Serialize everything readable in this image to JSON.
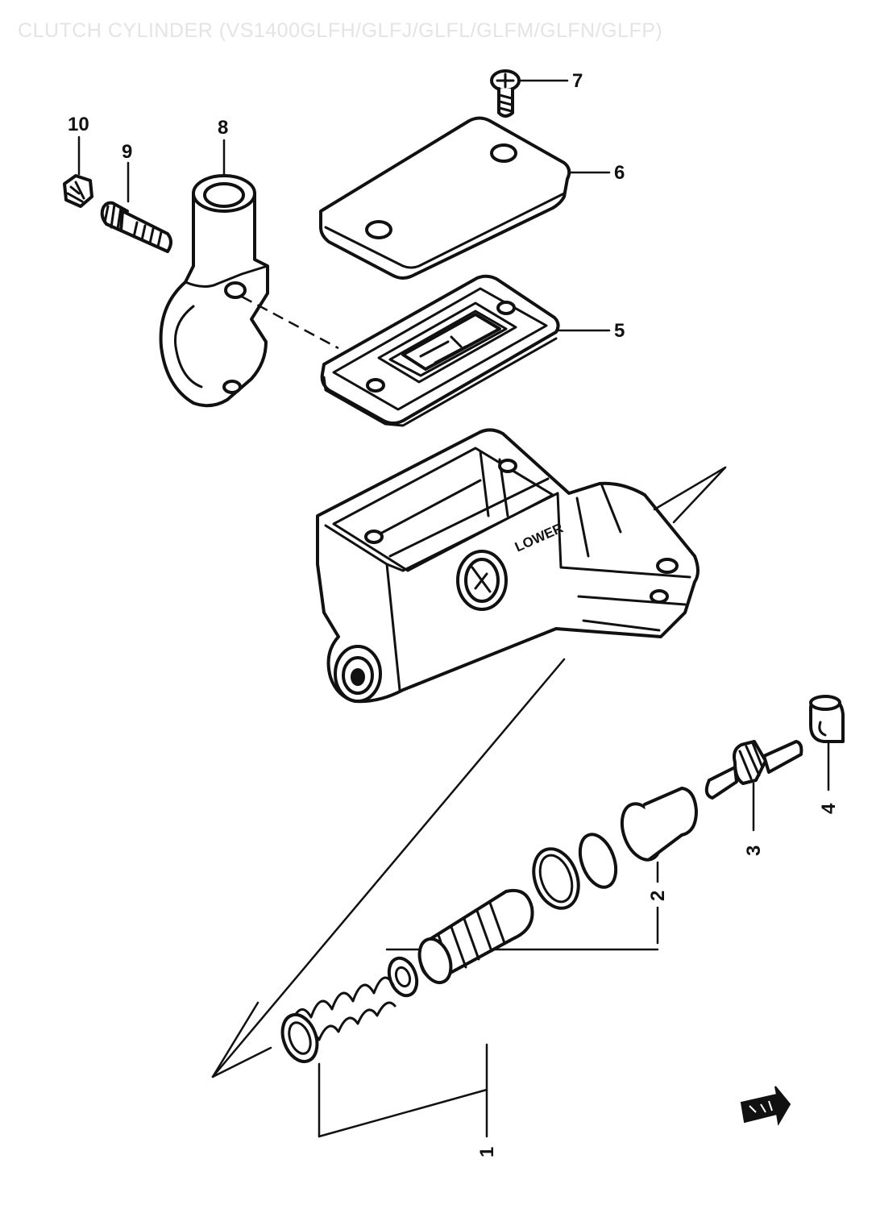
{
  "title": "CLUTCH CYLINDER (VS1400GLFH/GLFJ/GLFL/GLFM/GLFN/GLFP)",
  "callouts": {
    "c1": "1",
    "c2": "2",
    "c3": "3",
    "c4": "4",
    "c5": "5",
    "c6": "6",
    "c7": "7",
    "c8": "8",
    "c9": "9",
    "c10": "10"
  },
  "body_marking": "LOWER"
}
